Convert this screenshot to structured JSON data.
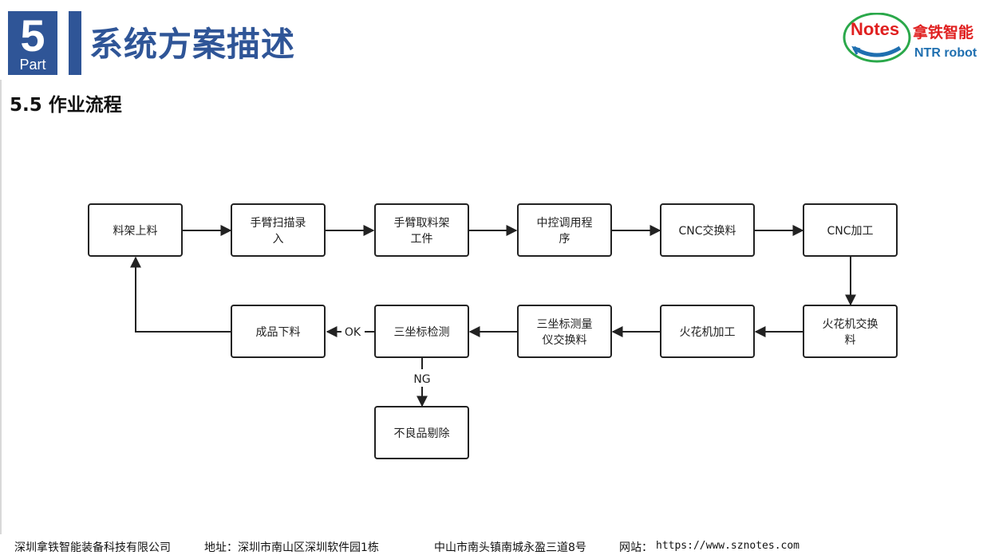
{
  "header": {
    "part_number": "5",
    "part_label": "Part",
    "title": "系统方案描述",
    "section": "5.5 作业流程"
  },
  "logo": {
    "brand": "Notes",
    "name_cn": "拿铁智能",
    "name_en": "NTR robot",
    "colors": {
      "brand_red": "#e02020",
      "brand_blue": "#1f6fb0",
      "ring_green": "#2aa84a"
    }
  },
  "flow": {
    "nodes": {
      "n1": [
        "料架上料"
      ],
      "n2": [
        "手臂扫描录",
        "入"
      ],
      "n3": [
        "手臂取料架",
        "工件"
      ],
      "n4": [
        "中控调用程",
        "序"
      ],
      "n5": [
        "CNC交换料"
      ],
      "n6": [
        "CNC加工"
      ],
      "n7": [
        "火花机交换",
        "料"
      ],
      "n8": [
        "火花机加工"
      ],
      "n9": [
        "三坐标测量",
        "仪交换料"
      ],
      "n10": [
        "三坐标检测"
      ],
      "n11": [
        "成品下料"
      ],
      "n12": [
        "不良品剔除"
      ]
    },
    "edge_labels": {
      "ok": "OK",
      "ng": "NG"
    }
  },
  "footer": {
    "company": "深圳拿铁智能装备科技有限公司",
    "address": "地址：深圳市南山区深圳软件园1栋",
    "address2": "中山市南头镇南城永盈三道8号",
    "website_label": "网站：",
    "website": "https://www.sznotes.com"
  },
  "colors": {
    "accent": "#2f5597",
    "node_border": "#222222",
    "edge": "#222222"
  }
}
